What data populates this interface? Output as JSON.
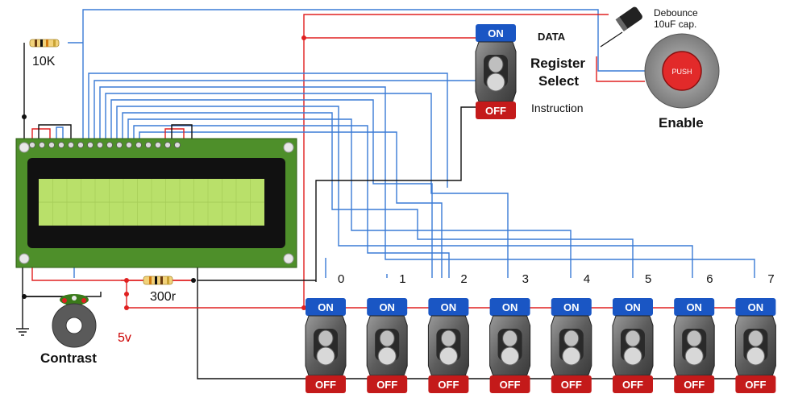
{
  "labels": {
    "resistor_top": "10K",
    "resistor_bottom": "300r",
    "capacitor_line1": "Debounce",
    "capacitor_line2": "10uF cap.",
    "register_select_line1": "Register",
    "register_select_line2": "Select",
    "data_label": "DATA",
    "instruction_label": "Instruction",
    "enable_label": "Enable",
    "push_button_text": "PUSH",
    "contrast_label": "Contrast",
    "voltage_label": "5v"
  },
  "switch": {
    "on_text": "ON",
    "off_text": "OFF"
  },
  "data_switches": [
    "0",
    "1",
    "2",
    "3",
    "4",
    "5",
    "6",
    "7"
  ],
  "colors": {
    "wire_blue": "#3a7bd5",
    "wire_red": "#e02020",
    "wire_black": "#111111",
    "switch_on": "#1a56c4",
    "switch_off": "#c41a1a",
    "lcd_board": "#4e8f2a",
    "lcd_screen": "#b9e06a",
    "push_button": "#e22a2a"
  }
}
